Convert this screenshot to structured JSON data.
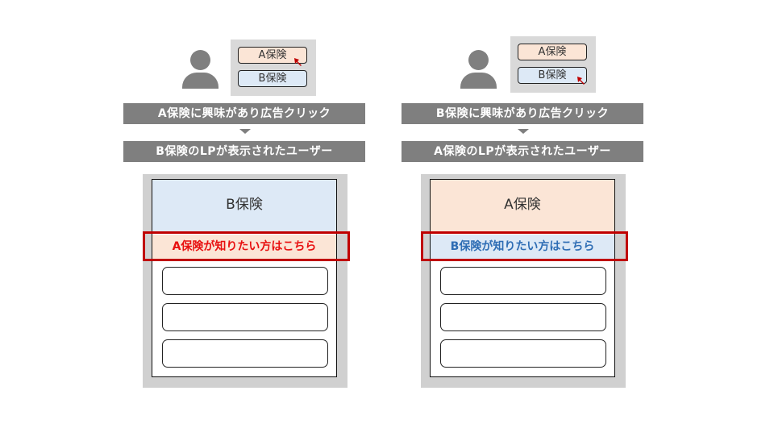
{
  "colors": {
    "bar_gray": "#7f7f7f",
    "panel_gray": "#d9d9d9",
    "lp_bg_gray": "#d0d0d0",
    "a_fill": "#fbe5d6",
    "b_fill": "#dde9f6",
    "highlight_red": "#c00000",
    "a_link_text": "#e81010",
    "b_link_text": "#2e6db4",
    "cursor_red": "#c00000"
  },
  "scenarios": [
    {
      "ad_buttons": [
        {
          "label": "A保険",
          "clicked": true
        },
        {
          "label": "B保険",
          "clicked": false
        }
      ],
      "step1": "A保険に興味があり広告クリック",
      "step2": "B保険のLPが表示されたユーザー",
      "lp": {
        "hero_label": "B保険",
        "link_label": "A保険が知りたい方はこちら",
        "cards": 3
      }
    },
    {
      "ad_buttons": [
        {
          "label": "A保険",
          "clicked": false
        },
        {
          "label": "B保険",
          "clicked": true
        }
      ],
      "step1": "B保険に興味があり広告クリック",
      "step2": "A保険のLPが表示されたユーザー",
      "lp": {
        "hero_label": "A保険",
        "link_label": "B保険が知りたい方はこちら",
        "cards": 3
      }
    }
  ]
}
